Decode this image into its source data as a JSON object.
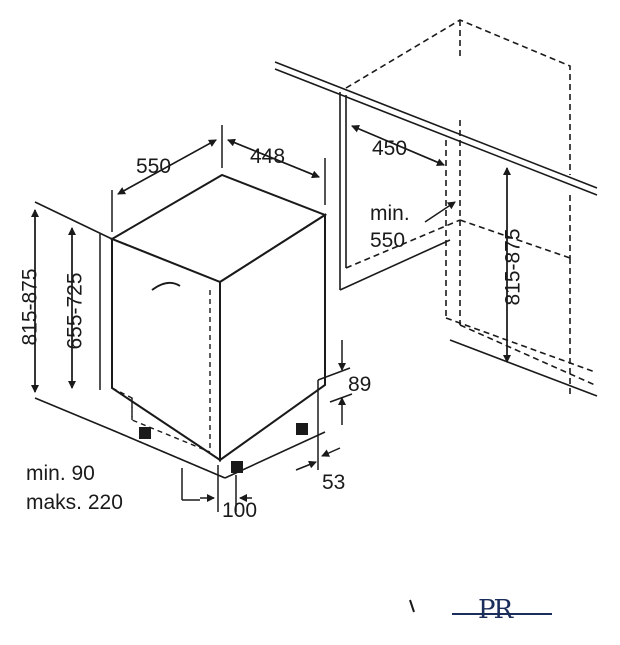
{
  "dimensions": {
    "depth_550": "550",
    "width_448": "448",
    "niche_depth_450": "450",
    "min_label": "min.",
    "min_550": "550",
    "height_815_875_left": "815-875",
    "height_655_725": "655-725",
    "height_815_875_right": "815-875",
    "plinth_89": "89",
    "plinth_53": "53",
    "min_90": "min. 90",
    "maks_220": "maks. 220",
    "dim_100": "100"
  },
  "logo": {
    "text": "PR"
  }
}
